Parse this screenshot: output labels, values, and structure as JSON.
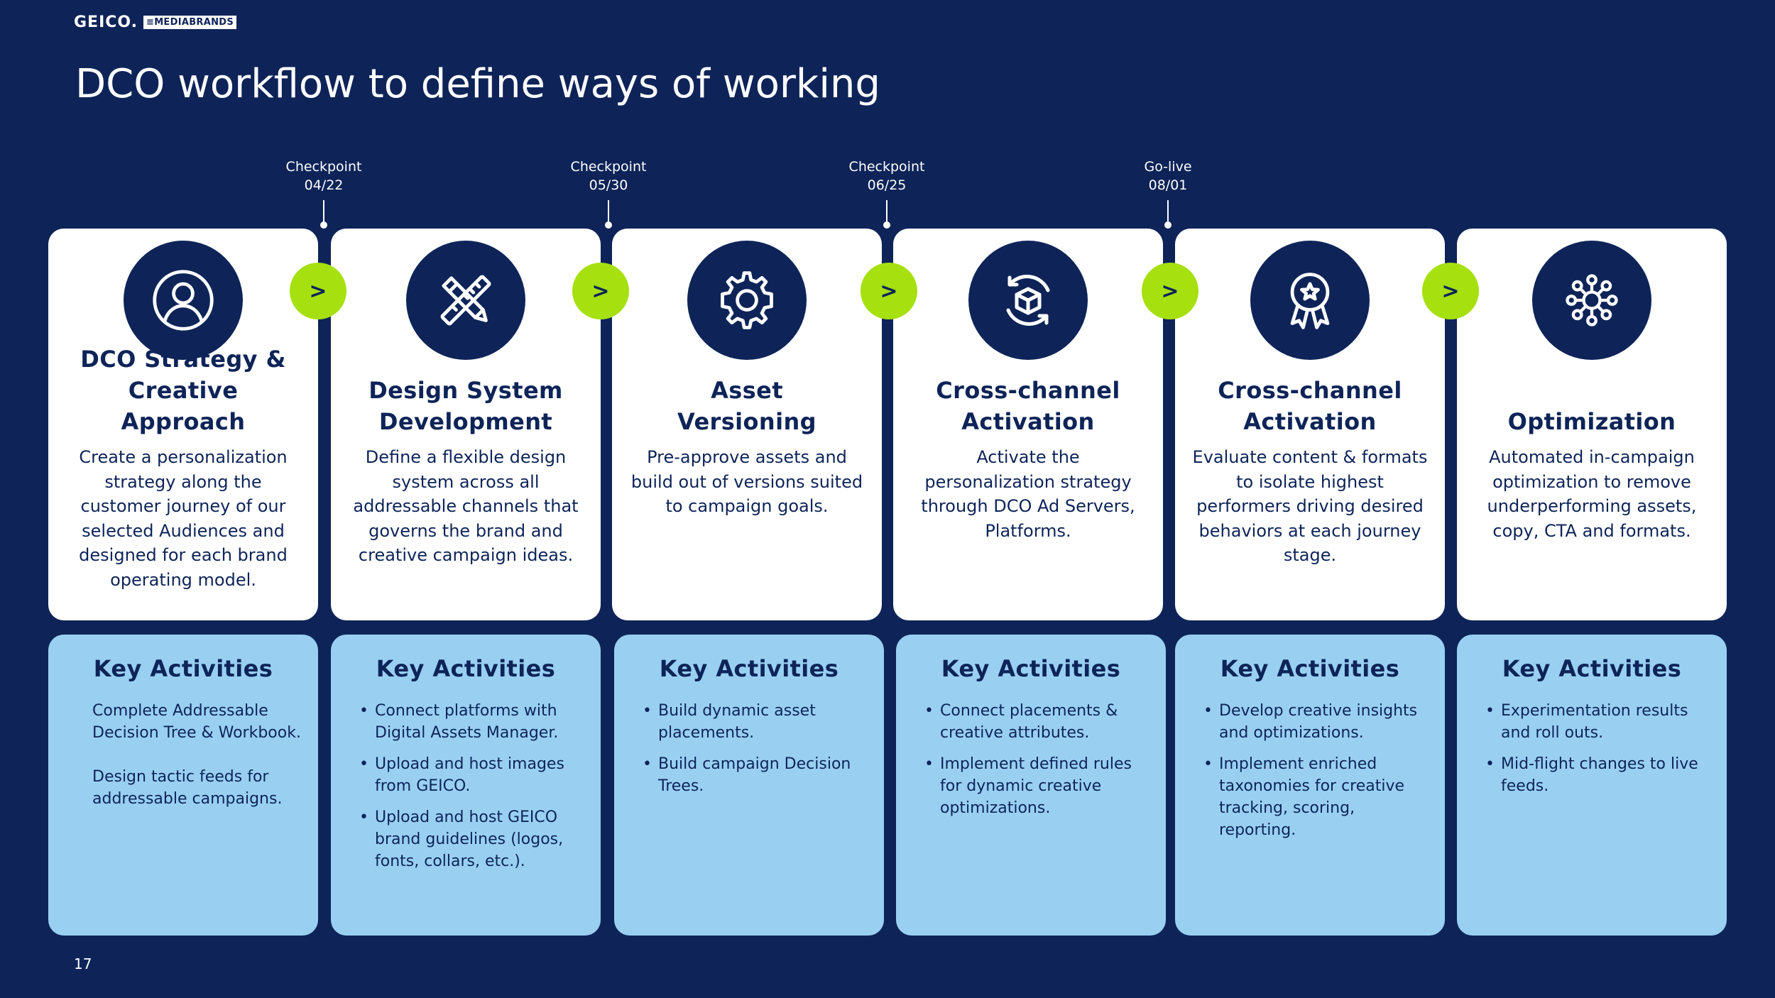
{
  "header": {
    "logo_geico": "GEICO.",
    "logo_media": "≡MEDIABRANDS",
    "title": "DCO workflow to define ways of working"
  },
  "checkpoints": [
    {
      "label": "Checkpoint",
      "date": "04/22"
    },
    {
      "label": "Checkpoint",
      "date": "05/30"
    },
    {
      "label": "Checkpoint",
      "date": "06/25"
    },
    {
      "label": "Go-live",
      "date": "08/01"
    }
  ],
  "arrow_symbol": ">",
  "stages": [
    {
      "icon": "person-icon",
      "title_lines": [
        "DCO Strategy &",
        "Creative Approach"
      ],
      "description": "Create a personalization strategy along the customer journey of our selected Audiences and designed for each brand operating model.",
      "ka_title": "Key Activities",
      "ka_paragraphs": [
        "Complete Addressable Decision Tree & Workbook.",
        "Design tactic feeds for addressable campaigns."
      ]
    },
    {
      "icon": "pencil-ruler-icon",
      "title_lines": [
        "Design System",
        "Development"
      ],
      "description": "Define a flexible design system across all addressable channels that governs the brand and creative campaign ideas.",
      "ka_title": "Key Activities",
      "ka_bullets": [
        "Connect platforms with Digital Assets Manager.",
        "Upload and host images from GEICO.",
        "Upload and host GEICO brand guidelines (logos, fonts, collars, etc.)."
      ]
    },
    {
      "icon": "gear-icon",
      "title_lines": [
        "Asset",
        "Versioning"
      ],
      "description": "Pre-approve assets and build out of versions suited to campaign goals.",
      "ka_title": "Key Activities",
      "ka_bullets": [
        "Build dynamic asset placements.",
        "Build campaign Decision Trees."
      ]
    },
    {
      "icon": "cube-cycle-icon",
      "title_lines": [
        "Cross-channel",
        "Activation"
      ],
      "description": "Activate the personalization strategy through DCO Ad Servers, Platforms.",
      "ka_title": "Key Activities",
      "ka_bullets": [
        "Connect placements & creative attributes.",
        "Implement defined rules for dynamic creative optimizations."
      ]
    },
    {
      "icon": "award-ribbon-icon",
      "title_lines": [
        "Cross-channel",
        "Activation"
      ],
      "description": "Evaluate content & formats to isolate highest performers driving desired behaviors at each journey stage.",
      "ka_title": "Key Activities",
      "ka_bullets": [
        "Develop creative insights and optimizations.",
        "Implement enriched taxonomies for creative tracking, scoring, reporting."
      ]
    },
    {
      "icon": "network-hub-icon",
      "title_lines": [
        "Optimization"
      ],
      "description": "Automated in-campaign optimization to remove underperforming assets, copy, CTA and formats.",
      "ka_title": "Key Activities",
      "ka_bullets": [
        "Experimentation results and roll outs.",
        "Mid-flight changes to live feeds."
      ]
    }
  ],
  "footer": {
    "page_number": "17"
  }
}
